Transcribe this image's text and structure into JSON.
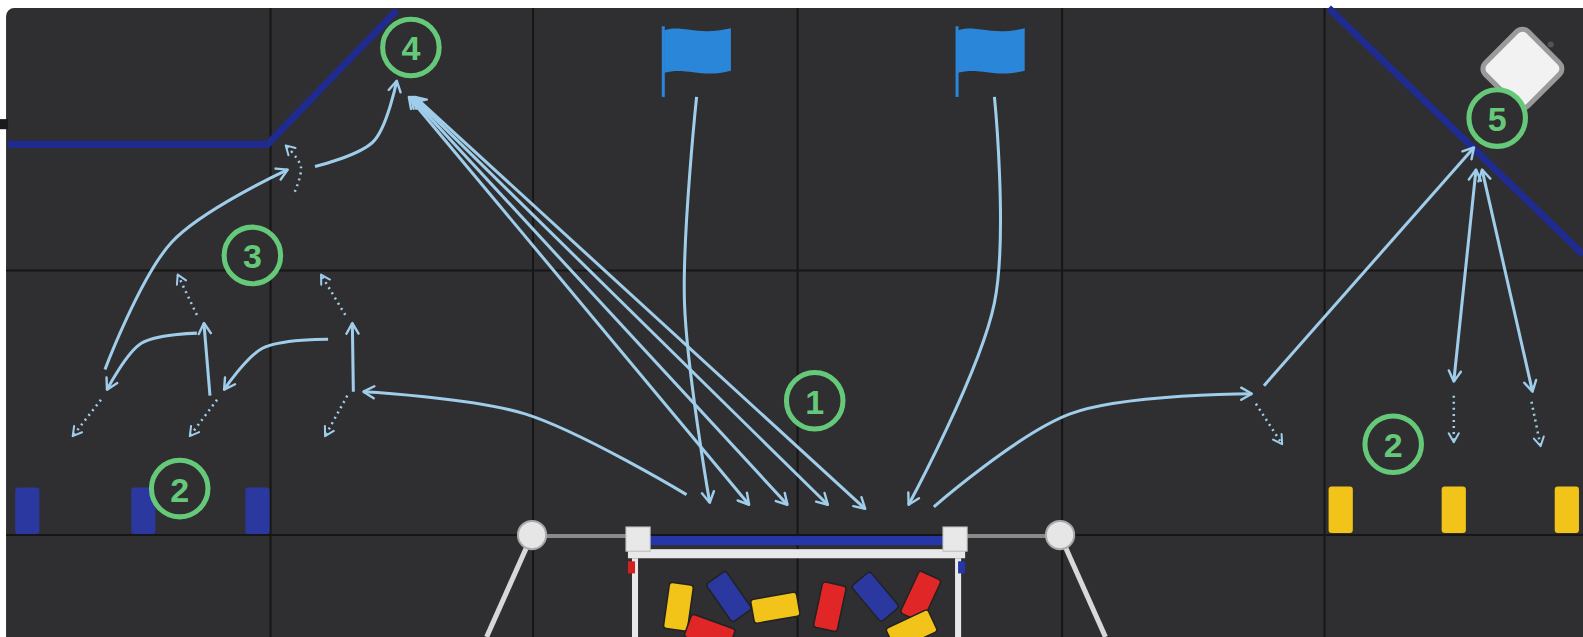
{
  "diagram": {
    "labels": [
      "4",
      "5",
      "3",
      "1",
      "2",
      "2"
    ]
  }
}
